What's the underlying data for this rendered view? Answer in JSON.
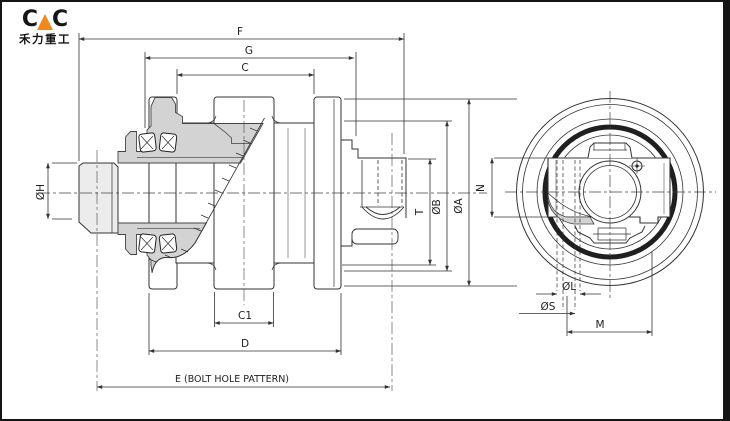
{
  "logo": {
    "brand_left": "C",
    "brand_right": "C",
    "subtitle": "禾力重工",
    "accent_color": "#f1891c"
  },
  "drawing": {
    "type": "track-roller engineering drawing, section side view and end view",
    "line_color": "#333333",
    "section_fill": "#d3d3d3",
    "ring_color": "#1f1f1f",
    "dims": {
      "F": "F",
      "G": "G",
      "C": "C",
      "C1": "C1",
      "D": "D",
      "E": "E (BOLT HOLE PATTERN)",
      "dH": "ØH",
      "T": "T",
      "dB": "ØB",
      "dA": "ØA",
      "N": "N",
      "dL": "ØL",
      "dS": "ØS",
      "M": "M"
    }
  }
}
